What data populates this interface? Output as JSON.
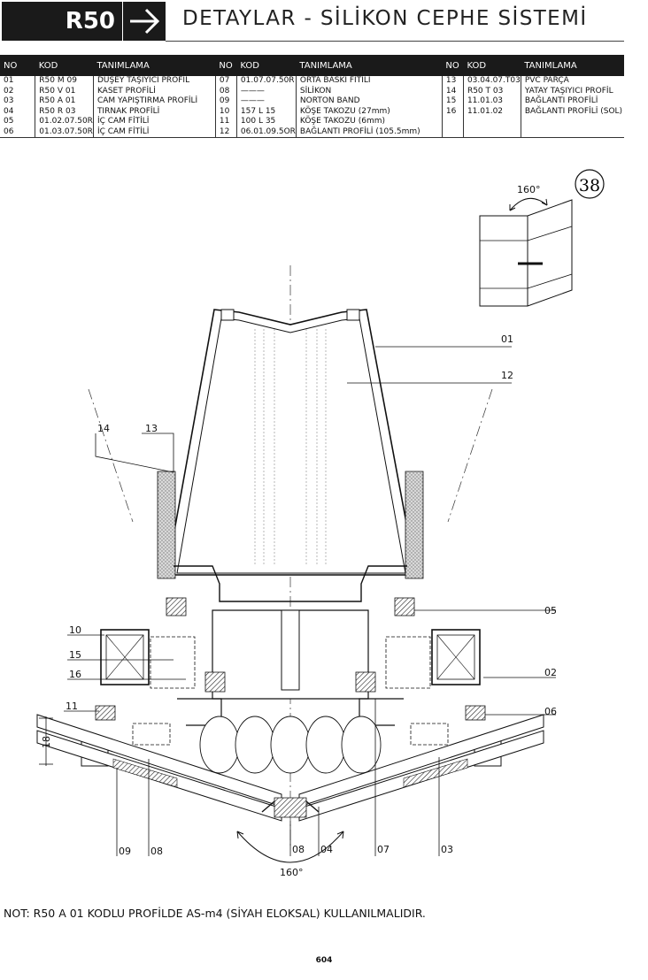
{
  "header": {
    "series": "R50",
    "title": "DETAYLAR - SİLİKON CEPHE SİSTEMİ"
  },
  "table": {
    "columns": [
      "NO",
      "KOD",
      "TANIMLAMA"
    ],
    "groups": [
      [
        {
          "no": "01",
          "kod": "R50 M 09",
          "tanim": "DÜŞEY TAŞIYICI PROFİL"
        },
        {
          "no": "02",
          "kod": "R50 V 01",
          "tanim": "KASET PROFİLİ"
        },
        {
          "no": "03",
          "kod": "R50 A 01",
          "tanim": "CAM YAPIŞTIRMA PROFİLİ"
        },
        {
          "no": "04",
          "kod": "R50 R 03",
          "tanim": "TIRNAK PROFİLİ"
        },
        {
          "no": "05",
          "kod": "01.02.07.50R",
          "tanim": "İÇ CAM FİTİLİ"
        },
        {
          "no": "06",
          "kod": "01.03.07.50R",
          "tanim": "İÇ CAM FİTİLİ"
        }
      ],
      [
        {
          "no": "07",
          "kod": "01.07.07.50R",
          "tanim": "ORTA BASKI FİTİLİ"
        },
        {
          "no": "08",
          "kod": "———",
          "tanim": "SİLİKON"
        },
        {
          "no": "09",
          "kod": "———",
          "tanim": "NORTON BAND"
        },
        {
          "no": "10",
          "kod": "157 L 15",
          "tanim": "KÖŞE TAKOZU (27mm)"
        },
        {
          "no": "11",
          "kod": "100 L 35",
          "tanim": "KÖŞE TAKOZU (6mm)"
        },
        {
          "no": "12",
          "kod": "06.01.09.5OR",
          "tanim": "BAĞLANTI PROFİLİ (105.5mm)"
        }
      ],
      [
        {
          "no": "13",
          "kod": "03.04.07.T03",
          "tanim": "PVC PARÇA"
        },
        {
          "no": "14",
          "kod": "R50 T 03",
          "tanim": "YATAY TAŞIYICI PROFİL"
        },
        {
          "no": "15",
          "kod": "11.01.03",
          "tanim": "BAĞLANTI PROFİLİ"
        },
        {
          "no": "16",
          "kod": "11.01.02",
          "tanim": "BAĞLANTI PROFİLİ (SOL)"
        },
        {
          "no": "",
          "kod": "",
          "tanim": ""
        },
        {
          "no": "",
          "kod": "",
          "tanim": ""
        }
      ]
    ]
  },
  "drawing": {
    "detail_number": "38",
    "inset_angle": "160°",
    "bottom_angle": "160°",
    "dimension": "18",
    "callouts": {
      "c01": "01",
      "c12": "12",
      "c14": "14",
      "c13": "13",
      "c05": "05",
      "c10": "10",
      "c15": "15",
      "c16": "16",
      "c02": "02",
      "c11": "11",
      "c06": "06",
      "c09": "09",
      "c08a": "08",
      "c08b": "08",
      "c04": "04",
      "c07": "07",
      "c03": "03"
    }
  },
  "note": "NOT:  R50 A 01 KODLU PROFİLDE AS-m4 (SİYAH ELOKSAL) KULLANILMALIDIR.",
  "page_number": "604"
}
